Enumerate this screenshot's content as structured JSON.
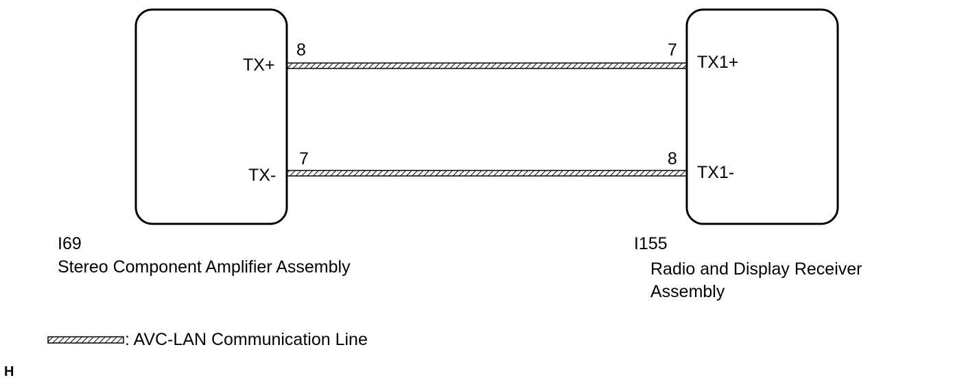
{
  "left_component": {
    "id": "I69",
    "name": "Stereo Component Amplifier Assembly",
    "terminals": [
      {
        "label": "TX+",
        "pin": "8"
      },
      {
        "label": "TX-",
        "pin": "7"
      }
    ]
  },
  "right_component": {
    "id": "I155",
    "name_line1": "Radio and Display Receiver",
    "name_line2": "Assembly",
    "terminals": [
      {
        "label": "TX1+",
        "pin": "7"
      },
      {
        "label": "TX1-",
        "pin": "8"
      }
    ]
  },
  "legend": {
    "text": ": AVC-LAN Communication Line"
  },
  "corner_mark": "H",
  "colors": {
    "line": "#000000",
    "background": "#ffffff"
  }
}
